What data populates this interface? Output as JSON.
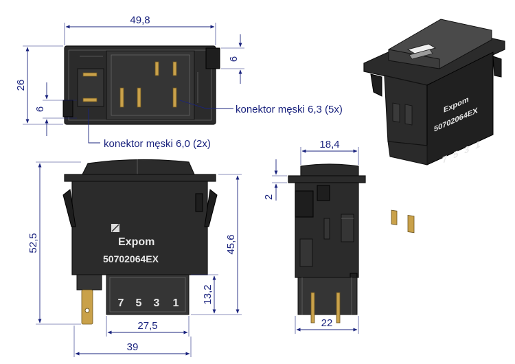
{
  "colors": {
    "dimension": "#1a237e",
    "body": "#2b2b2b",
    "terminal": "#c9a14a",
    "lens": "#f0f0f0"
  },
  "top_view": {
    "width_dim": "49,8",
    "height_dim": "26",
    "small_dim_left": "6",
    "small_dim_right": "6",
    "callout_5x": "konektor męski 6,3 (5x)",
    "callout_2x": "konektor męski 6,0 (2x)"
  },
  "front_view": {
    "brand": "Expom",
    "part_number": "50702064EX",
    "terminal_numbers": [
      "7",
      "5",
      "3",
      "1"
    ],
    "height_dim": "52,5",
    "body_height_dim": "45,6",
    "terminal_block_dim": "13,2",
    "inner_width_dim": "27,5",
    "overall_width_dim": "39"
  },
  "side_view": {
    "top_width_dim": "18,4",
    "flange_dim": "2",
    "bottom_width_dim": "22"
  },
  "iso_view": {
    "brand": "Expom",
    "part_number": "50702064EX",
    "terminal_numbers": [
      "7",
      "5",
      "3",
      "1"
    ]
  }
}
